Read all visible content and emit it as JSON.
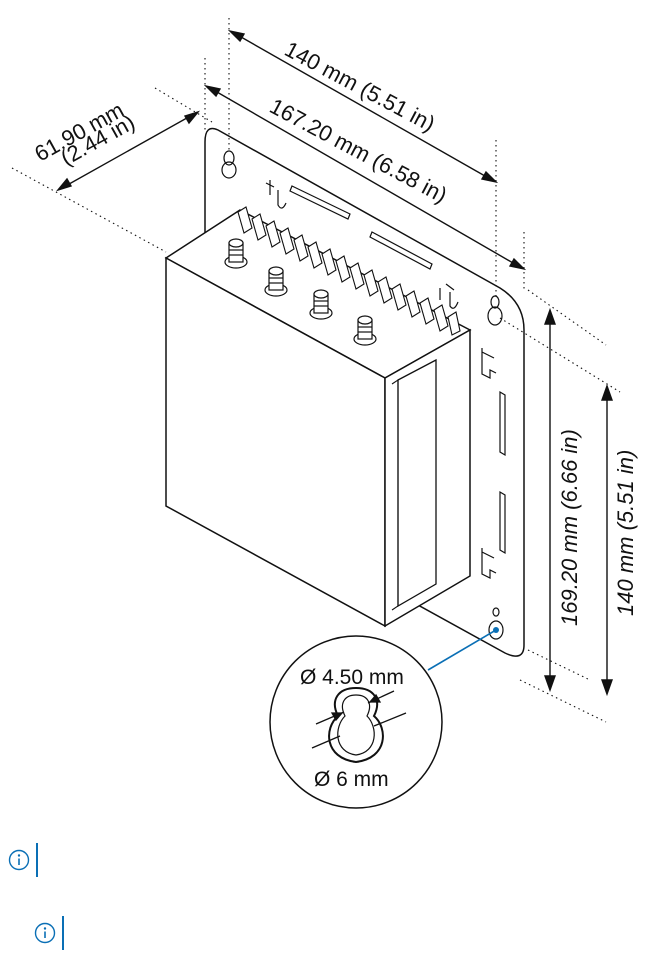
{
  "dimensions": {
    "depth_mm": "61.90 mm",
    "depth_in": "(2.44 in)",
    "top_hole_spacing": "140 mm (5.51 in)",
    "overall_width": "167.20 mm (6.58 in)",
    "overall_height": "169.20 mm (6.66 in)",
    "side_hole_spacing": "140 mm (5.51 in)"
  },
  "callout": {
    "inner_diameter": "Ø 4.50 mm",
    "outer_diameter": "Ø 6 mm"
  },
  "notes": [
    {
      "icon": "info-icon",
      "text": ""
    },
    {
      "icon": "info-icon",
      "text": ""
    }
  ],
  "colors": {
    "callout_leader": "#0a6fb5",
    "note_accent": "#0a6fb5",
    "line": "#111111"
  }
}
